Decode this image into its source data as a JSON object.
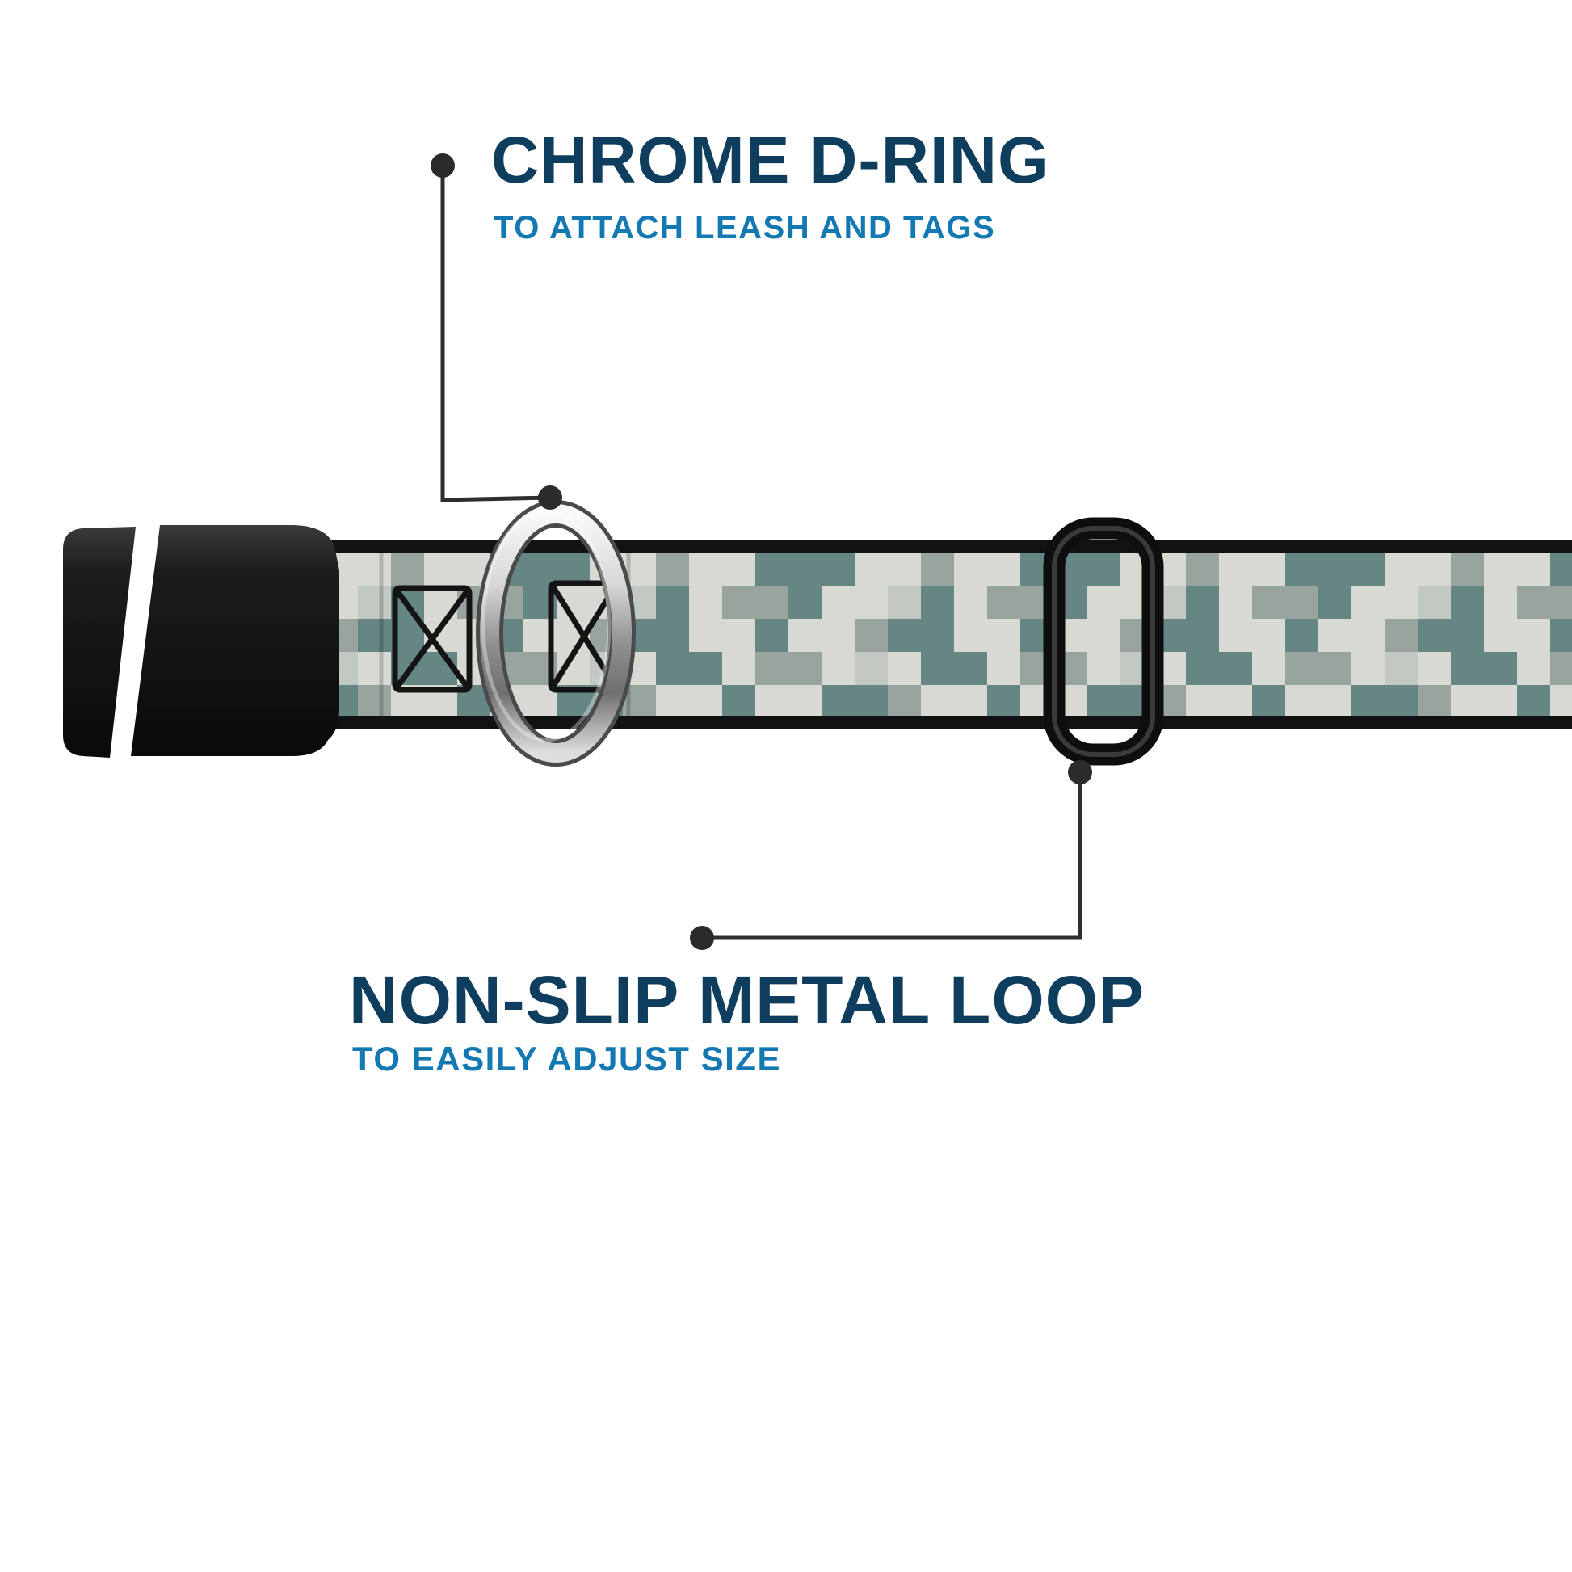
{
  "callouts": {
    "top": {
      "title": "CHROME D-RING",
      "subtitle": "TO ATTACH LEASH AND TAGS"
    },
    "bottom": {
      "title": "NON-SLIP METAL LOOP",
      "subtitle": "TO EASILY ADJUST SIZE"
    }
  },
  "colors": {
    "title": "#0e3d5e",
    "subtitle": "#1478b3",
    "callout_line": "#2e2e2e",
    "strap_edge": "#121212",
    "buckle_black": "#121212",
    "chrome_light": "#f4f4f4",
    "chrome_dark": "#6f6f6f",
    "background": "#ffffff"
  },
  "collar": {
    "camo": {
      "cell": 41,
      "palette": [
        "#d8d9d3",
        "#9aa49e",
        "#668684",
        "#c2c8c2"
      ],
      "matrix": [
        [
          2,
          2,
          0,
          0,
          1,
          0,
          0,
          2
        ],
        [
          2,
          0,
          0,
          3,
          2,
          0,
          1,
          1
        ],
        [
          0,
          0,
          1,
          2,
          2,
          0,
          0,
          2
        ],
        [
          1,
          0,
          3,
          0,
          2,
          2,
          0,
          1
        ],
        [
          0,
          2,
          2,
          1,
          0,
          0,
          2,
          0
        ]
      ]
    }
  }
}
